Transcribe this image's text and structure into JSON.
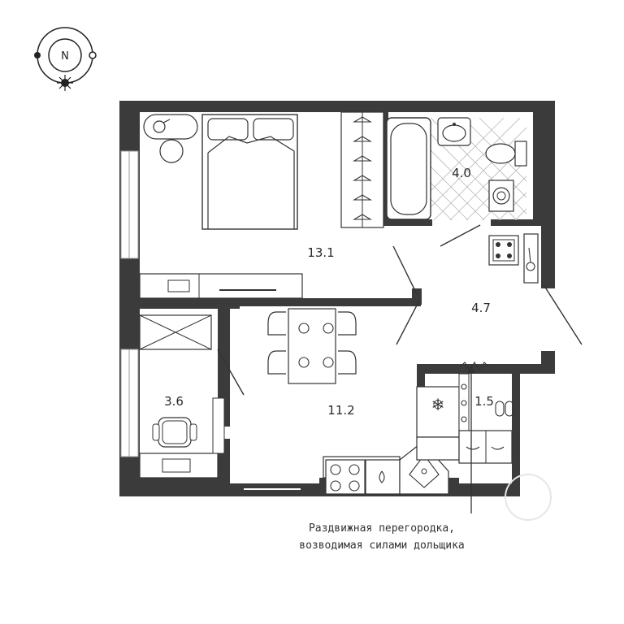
{
  "compass": {
    "label": "N"
  },
  "rooms": [
    {
      "id": "bedroom",
      "area": "13.1"
    },
    {
      "id": "bathroom",
      "area": "4.0"
    },
    {
      "id": "hallway",
      "area": "4.7"
    },
    {
      "id": "study",
      "area": "3.6"
    },
    {
      "id": "kitchen-living",
      "area": "11.2"
    },
    {
      "id": "wardrobe",
      "area": "1.5"
    }
  ],
  "note": {
    "line1": "Раздвижная перегородка,",
    "line2": "возводимая силами дольщика"
  }
}
